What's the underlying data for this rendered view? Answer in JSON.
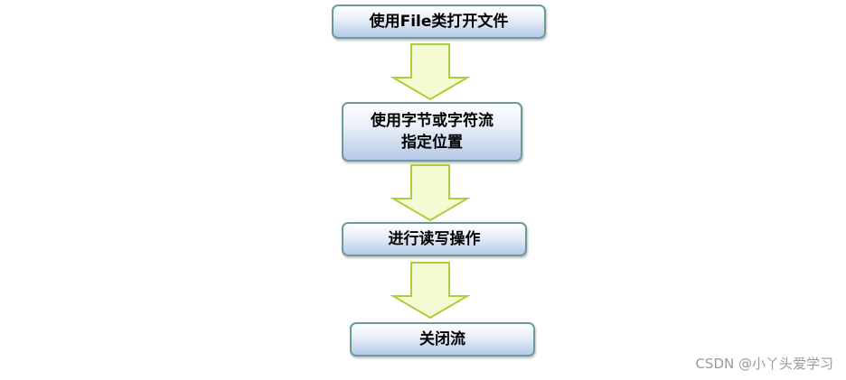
{
  "flow": {
    "step1": "使用File类打开文件",
    "step2_line1": "使用字节或字符流",
    "step2_line2": "指定位置",
    "step3": "进行读写操作",
    "step4": "关闭流"
  },
  "watermark": "CSDN @小丫头爱学习",
  "colors": {
    "box_border": "#6c9a9a",
    "box_gradient_top": "#ffffff",
    "box_gradient_bottom": "#b6c9e6",
    "arrow_fill": "#f4fbd2",
    "arrow_stroke": "#a8cf3c"
  }
}
